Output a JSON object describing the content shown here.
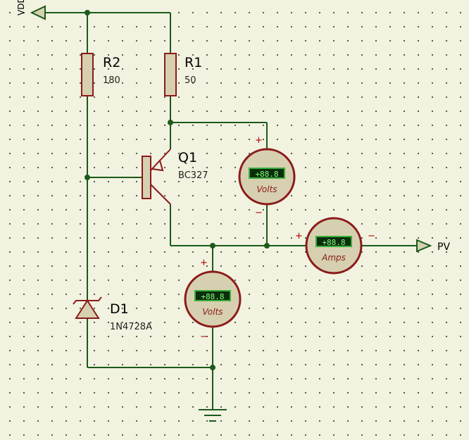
{
  "nets": {
    "supply": "VDD",
    "output": "PV"
  },
  "components": {
    "r1": {
      "ref": "R1",
      "value": "50"
    },
    "r2": {
      "ref": "R2",
      "value": "180"
    },
    "q1": {
      "ref": "Q1",
      "value": "BC327"
    },
    "d1": {
      "ref": "D1",
      "value": "1N4728A"
    }
  },
  "meters": {
    "voltmeter_ce": {
      "reading": "+88.8",
      "unit": "Volts",
      "plus": "+",
      "minus": "−"
    },
    "voltmeter_out": {
      "reading": "+88.8",
      "unit": "Volts",
      "plus": "+",
      "minus": "−"
    },
    "ammeter": {
      "reading": "+88.8",
      "unit": "Amps",
      "plus": "+",
      "minus": "−"
    }
  },
  "colors": {
    "wire": "#1a5a1a",
    "component": "#8b1a1a",
    "component_fill": "#d6d0b0",
    "junction": "#1a5a1a",
    "background": "#f2f2e0"
  }
}
